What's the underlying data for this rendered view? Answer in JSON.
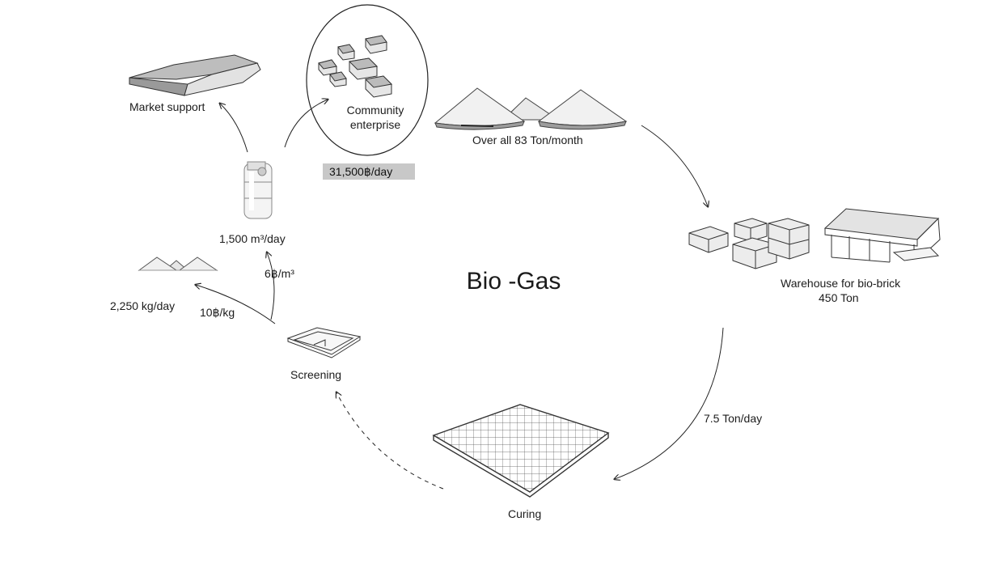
{
  "title": "Bio -Gas",
  "nodes": {
    "market": "Market support",
    "community_1": "Community",
    "community_2": "enterprise",
    "production": "Over all 83 Ton/month",
    "warehouse_1": "Warehouse for bio-brick",
    "warehouse_2": "450 Ton",
    "curing": "Curing",
    "screening": "Screening",
    "gas_output": "1,500 m³/day",
    "residue_output": "2,250 kg/day"
  },
  "flows": {
    "warehouse_to_curing": "7.5 Ton/day",
    "gas_price": "6฿/m³",
    "residue_price": "10฿/kg",
    "community_income": "31,500฿/day"
  },
  "icons": [
    "warehouse-roof-icon",
    "houses-icon",
    "piles-icon",
    "bricks-icon",
    "shed-icon",
    "curing-grid-icon",
    "screen-tray-icon",
    "gas-cylinder-icon",
    "small-piles-icon"
  ]
}
